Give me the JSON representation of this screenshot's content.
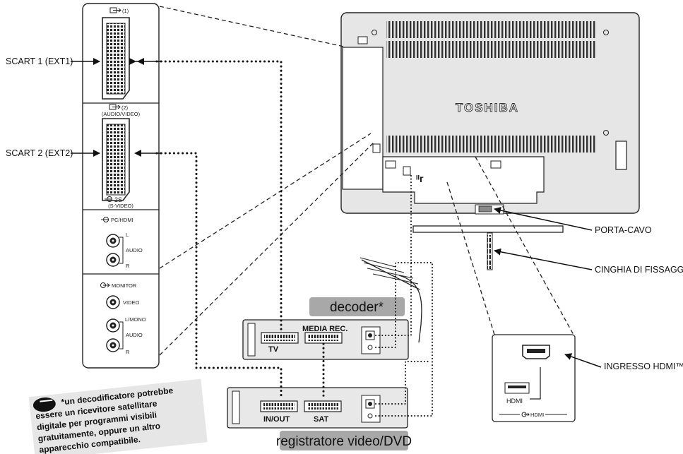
{
  "title": "",
  "labels": {
    "scart1": "SCART 1 (EXT1)",
    "scart2": "SCART 2 (EXT2)",
    "porta_cavo": "PORTA-CAVO",
    "cinghia": "CINGHIA DI FISSAGGIO",
    "ingresso_hdmi": "INGRESSO HDMI™"
  },
  "panel": {
    "input1": "(1)",
    "input2": "(2)",
    "audio_video": "(AUDIO/VIDEO)",
    "input_2s": "2S",
    "s_video": "(S-VIDEO)",
    "pc_hdmi": "PC/HDMI",
    "l": "L",
    "audio": "AUDIO",
    "r": "R",
    "monitor": "MONITOR",
    "video": "VIDEO",
    "l_mono": "L/MONO"
  },
  "tv": {
    "brand": "TOSHIBA"
  },
  "devices": {
    "decoder_banner": "decoder*",
    "recorder_banner": "registratore video/DVD",
    "tv_port": "TV",
    "media_rec_port": "MEDIA REC.",
    "in_out_port": "IN/OUT",
    "sat_port": "SAT"
  },
  "hdmi_box": {
    "port_label": "HDMI",
    "footer": "HDMI"
  },
  "footnote": {
    "lines": [
      "*un decodificatore potrebbe",
      "essere un ricevitore satellitare",
      "digitale per programmi visibili",
      "gratuitamente, oppure un altro",
      "apparecchio compatibile."
    ]
  },
  "icons": {
    "input_arrow": "input-arrow-icon",
    "output_arrow": "output-arrow-icon",
    "hand": "pointing-hand-icon"
  }
}
